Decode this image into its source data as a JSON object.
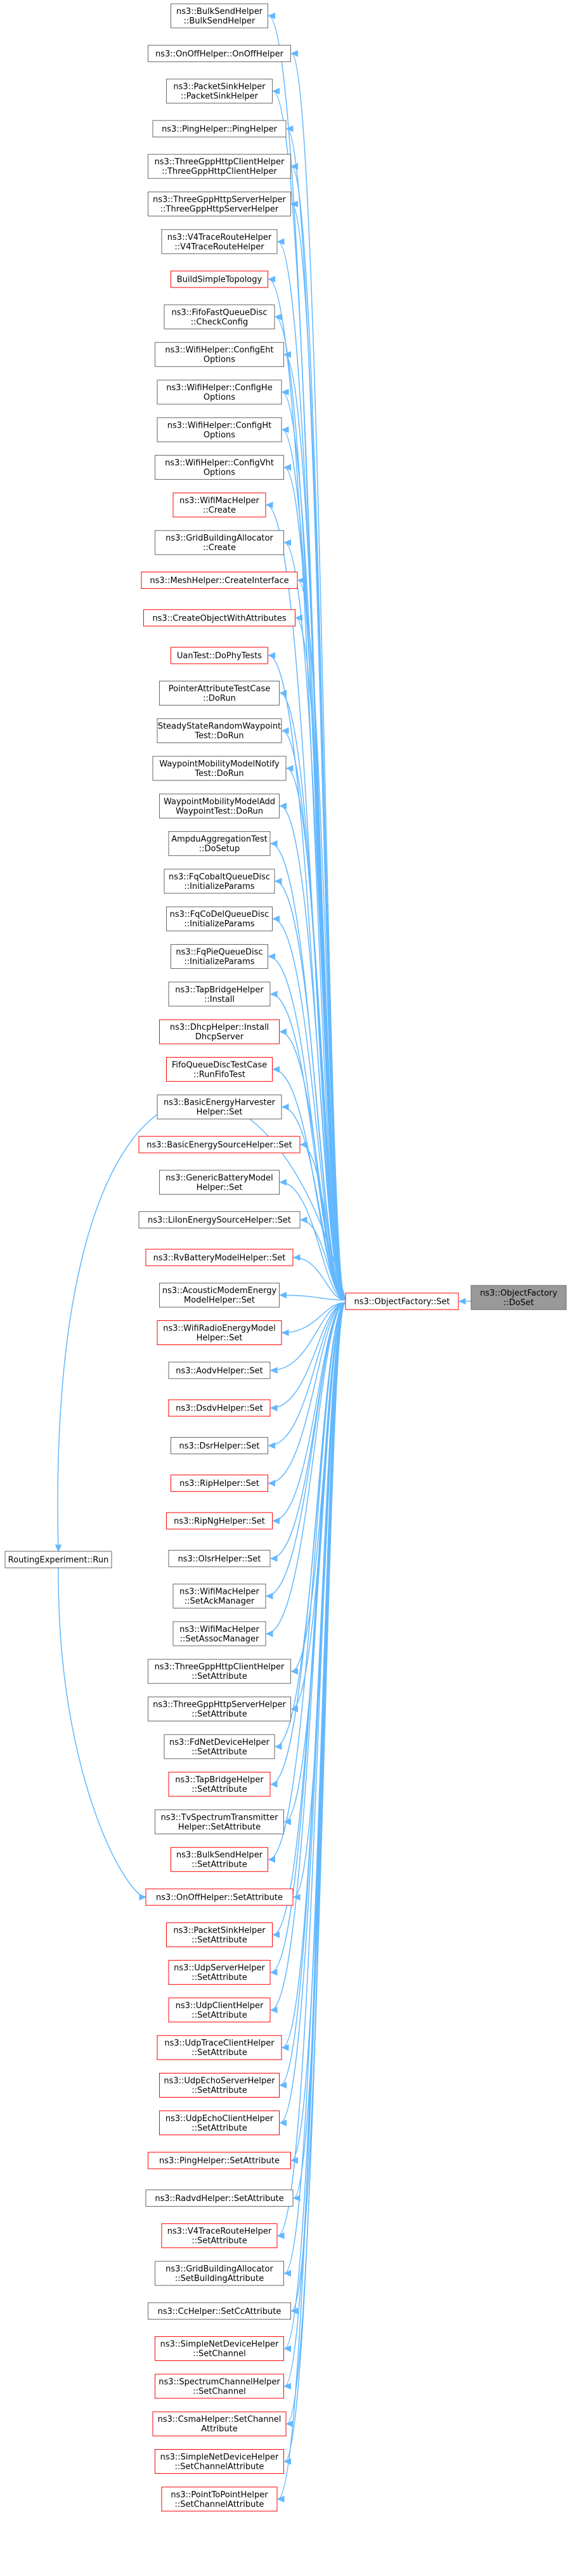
{
  "colors": {
    "edge": "#63b8ff",
    "node_fill": "#ffffff",
    "node_border_normal": "#666666",
    "node_border_highlight": "#ff0000",
    "target_fill": "#999999",
    "target_border": "#666666"
  },
  "target": {
    "lines": [
      "ns3::ObjectFactory",
      "::DoSet"
    ]
  },
  "hub": {
    "lines": [
      "ns3::ObjectFactory::Set"
    ]
  },
  "left": {
    "lines": [
      "RoutingExperiment::Run"
    ]
  },
  "callers": [
    {
      "lines": [
        "ns3::BulkSendHelper",
        "::BulkSendHelper"
      ],
      "red": false
    },
    {
      "lines": [
        "ns3::OnOffHelper::OnOffHelper"
      ],
      "red": false
    },
    {
      "lines": [
        "ns3::PacketSinkHelper",
        "::PacketSinkHelper"
      ],
      "red": false
    },
    {
      "lines": [
        "ns3::PingHelper::PingHelper"
      ],
      "red": false
    },
    {
      "lines": [
        "ns3::ThreeGppHttpClientHelper",
        "::ThreeGppHttpClientHelper"
      ],
      "red": false
    },
    {
      "lines": [
        "ns3::ThreeGppHttpServerHelper",
        "::ThreeGppHttpServerHelper"
      ],
      "red": false
    },
    {
      "lines": [
        "ns3::V4TraceRouteHelper",
        "::V4TraceRouteHelper"
      ],
      "red": false
    },
    {
      "lines": [
        "BuildSimpleTopology"
      ],
      "red": true
    },
    {
      "lines": [
        "ns3::FifoFastQueueDisc",
        "::CheckConfig"
      ],
      "red": false
    },
    {
      "lines": [
        "ns3::WifiHelper::ConfigEht",
        "Options"
      ],
      "red": false
    },
    {
      "lines": [
        "ns3::WifiHelper::ConfigHe",
        "Options"
      ],
      "red": false
    },
    {
      "lines": [
        "ns3::WifiHelper::ConfigHt",
        "Options"
      ],
      "red": false
    },
    {
      "lines": [
        "ns3::WifiHelper::ConfigVht",
        "Options"
      ],
      "red": false
    },
    {
      "lines": [
        "ns3::WifiMacHelper",
        "::Create"
      ],
      "red": true
    },
    {
      "lines": [
        "ns3::GridBuildingAllocator",
        "::Create"
      ],
      "red": false
    },
    {
      "lines": [
        "ns3::MeshHelper::CreateInterface"
      ],
      "red": true
    },
    {
      "lines": [
        "ns3::CreateObjectWithAttributes"
      ],
      "red": true
    },
    {
      "lines": [
        "UanTest::DoPhyTests"
      ],
      "red": true
    },
    {
      "lines": [
        "PointerAttributeTestCase",
        "::DoRun"
      ],
      "red": false
    },
    {
      "lines": [
        "SteadyStateRandomWaypoint",
        "Test::DoRun"
      ],
      "red": false
    },
    {
      "lines": [
        "WaypointMobilityModelNotify",
        "Test::DoRun"
      ],
      "red": false
    },
    {
      "lines": [
        "WaypointMobilityModelAdd",
        "WaypointTest::DoRun"
      ],
      "red": false
    },
    {
      "lines": [
        "AmpduAggregationTest",
        "::DoSetup"
      ],
      "red": false
    },
    {
      "lines": [
        "ns3::FqCobaltQueueDisc",
        "::InitializeParams"
      ],
      "red": false
    },
    {
      "lines": [
        "ns3::FqCoDelQueueDisc",
        "::InitializeParams"
      ],
      "red": false
    },
    {
      "lines": [
        "ns3::FqPieQueueDisc",
        "::InitializeParams"
      ],
      "red": false
    },
    {
      "lines": [
        "ns3::TapBridgeHelper",
        "::Install"
      ],
      "red": false
    },
    {
      "lines": [
        "ns3::DhcpHelper::Install",
        "DhcpServer"
      ],
      "red": true
    },
    {
      "lines": [
        "FifoQueueDiscTestCase",
        "::RunFifoTest"
      ],
      "red": true
    },
    {
      "lines": [
        "ns3::BasicEnergyHarvester",
        "Helper::Set"
      ],
      "red": false
    },
    {
      "lines": [
        "ns3::BasicEnergySourceHelper::Set"
      ],
      "red": true
    },
    {
      "lines": [
        "ns3::GenericBatteryModel",
        "Helper::Set"
      ],
      "red": false
    },
    {
      "lines": [
        "ns3::LiIonEnergySourceHelper::Set"
      ],
      "red": false
    },
    {
      "lines": [
        "ns3::RvBatteryModelHelper::Set"
      ],
      "red": true
    },
    {
      "lines": [
        "ns3::AcousticModemEnergy",
        "ModelHelper::Set"
      ],
      "red": false
    },
    {
      "lines": [
        "ns3::WifiRadioEnergyModel",
        "Helper::Set"
      ],
      "red": true
    },
    {
      "lines": [
        "ns3::AodvHelper::Set"
      ],
      "red": false
    },
    {
      "lines": [
        "ns3::DsdvHelper::Set"
      ],
      "red": true
    },
    {
      "lines": [
        "ns3::DsrHelper::Set"
      ],
      "red": false
    },
    {
      "lines": [
        "ns3::RipHelper::Set"
      ],
      "red": true
    },
    {
      "lines": [
        "ns3::RipNgHelper::Set"
      ],
      "red": true
    },
    {
      "lines": [
        "ns3::OlsrHelper::Set"
      ],
      "red": false
    },
    {
      "lines": [
        "ns3::WifiMacHelper",
        "::SetAckManager"
      ],
      "red": false
    },
    {
      "lines": [
        "ns3::WifiMacHelper",
        "::SetAssocManager"
      ],
      "red": false
    },
    {
      "lines": [
        "ns3::ThreeGppHttpClientHelper",
        "::SetAttribute"
      ],
      "red": false
    },
    {
      "lines": [
        "ns3::ThreeGppHttpServerHelper",
        "::SetAttribute"
      ],
      "red": false
    },
    {
      "lines": [
        "ns3::FdNetDeviceHelper",
        "::SetAttribute"
      ],
      "red": false
    },
    {
      "lines": [
        "ns3::TapBridgeHelper",
        "::SetAttribute"
      ],
      "red": true
    },
    {
      "lines": [
        "ns3::TvSpectrumTransmitter",
        "Helper::SetAttribute"
      ],
      "red": false
    },
    {
      "lines": [
        "ns3::BulkSendHelper",
        "::SetAttribute"
      ],
      "red": true
    },
    {
      "lines": [
        "ns3::OnOffHelper::SetAttribute"
      ],
      "red": true
    },
    {
      "lines": [
        "ns3::PacketSinkHelper",
        "::SetAttribute"
      ],
      "red": true
    },
    {
      "lines": [
        "ns3::UdpServerHelper",
        "::SetAttribute"
      ],
      "red": true
    },
    {
      "lines": [
        "ns3::UdpClientHelper",
        "::SetAttribute"
      ],
      "red": true
    },
    {
      "lines": [
        "ns3::UdpTraceClientHelper",
        "::SetAttribute"
      ],
      "red": true
    },
    {
      "lines": [
        "ns3::UdpEchoServerHelper",
        "::SetAttribute"
      ],
      "red": true
    },
    {
      "lines": [
        "ns3::UdpEchoClientHelper",
        "::SetAttribute"
      ],
      "red": true
    },
    {
      "lines": [
        "ns3::PingHelper::SetAttribute"
      ],
      "red": true
    },
    {
      "lines": [
        "ns3::RadvdHelper::SetAttribute"
      ],
      "red": false
    },
    {
      "lines": [
        "ns3::V4TraceRouteHelper",
        "::SetAttribute"
      ],
      "red": true
    },
    {
      "lines": [
        "ns3::GridBuildingAllocator",
        "::SetBuildingAttribute"
      ],
      "red": false
    },
    {
      "lines": [
        "ns3::CcHelper::SetCcAttribute"
      ],
      "red": false
    },
    {
      "lines": [
        "ns3::SimpleNetDeviceHelper",
        "::SetChannel"
      ],
      "red": true
    },
    {
      "lines": [
        "ns3::SpectrumChannelHelper",
        "::SetChannel"
      ],
      "red": true
    },
    {
      "lines": [
        "ns3::CsmaHelper::SetChannel",
        "Attribute"
      ],
      "red": true
    },
    {
      "lines": [
        "ns3::SimpleNetDeviceHelper",
        "::SetChannelAttribute"
      ],
      "red": true
    },
    {
      "lines": [
        "ns3::PointToPointHelper",
        "::SetChannelAttribute"
      ],
      "red": true
    }
  ]
}
